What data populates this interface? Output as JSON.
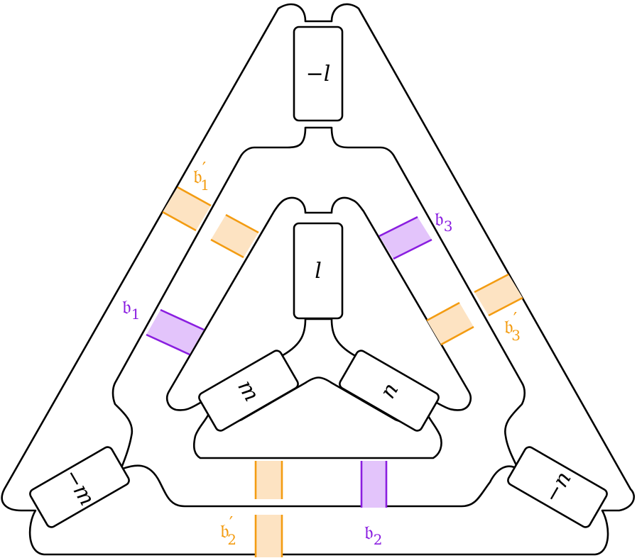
{
  "colors": {
    "orange": "#f39c12",
    "orange_fill": "#fde3c2",
    "purple": "#8a1ee0",
    "purple_fill": "#e3c4fb"
  },
  "boxes": {
    "neg_l": "−l",
    "l": "l",
    "m": "m",
    "n": "n",
    "neg_m": "−m",
    "neg_n": "−n"
  },
  "labels": {
    "b1_prime": {
      "base": "𝔟",
      "sub": "1",
      "prime": "′"
    },
    "b1": {
      "base": "𝔟",
      "sub": "1"
    },
    "b3": {
      "base": "𝔟",
      "sub": "3"
    },
    "b3_prime": {
      "base": "𝔟",
      "sub": "3",
      "prime": "′"
    },
    "b2_prime": {
      "base": "𝔟",
      "sub": "2",
      "prime": "′"
    },
    "b2": {
      "base": "𝔟",
      "sub": "2"
    }
  }
}
